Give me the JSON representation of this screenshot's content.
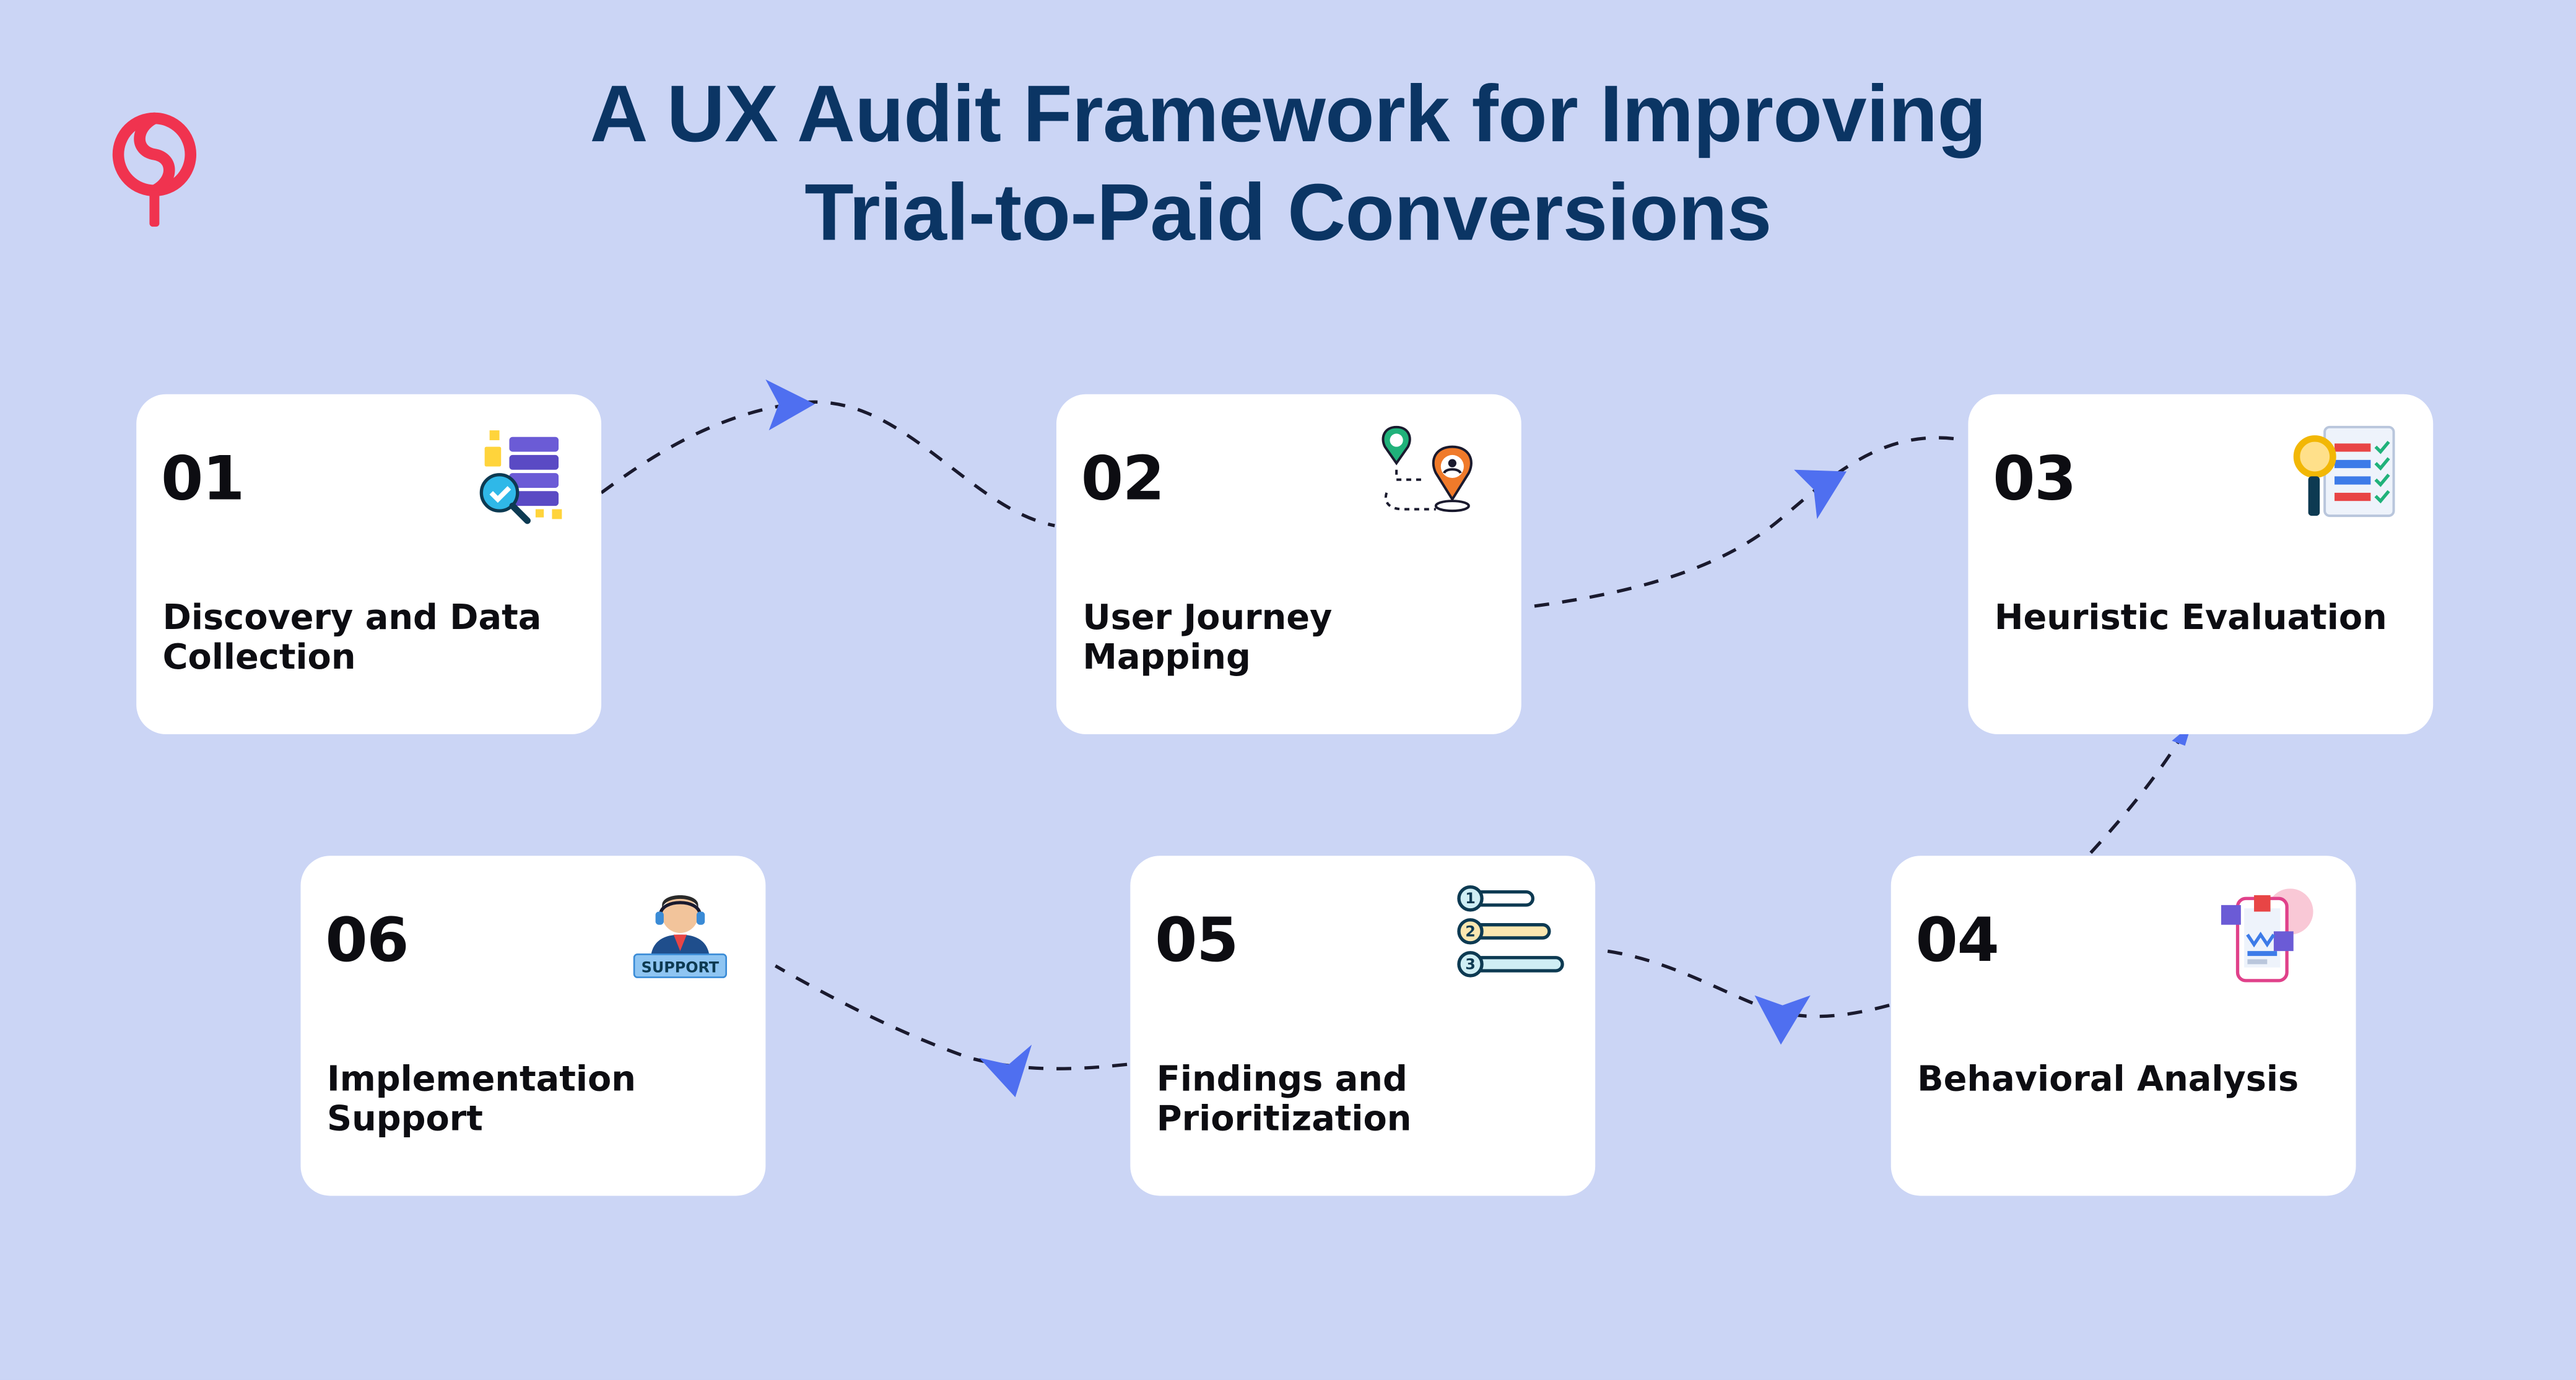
{
  "header": {
    "title_line1": "A UX Audit Framework for Improving",
    "title_line2": "Trial-to-Paid Conversions"
  },
  "colors": {
    "background": "#cbd5f5",
    "title": "#0b3564",
    "card": "#ffffff",
    "arrow": "#4f6ff0",
    "logo": "#f0334f"
  },
  "steps": [
    {
      "number": "01",
      "label": "Discovery and Data Collection",
      "icon": "database-search-icon"
    },
    {
      "number": "02",
      "label": "User Journey Mapping",
      "icon": "journey-map-icon"
    },
    {
      "number": "03",
      "label": "Heuristic Evaluation",
      "icon": "checklist-magnifier-icon"
    },
    {
      "number": "04",
      "label": "Behavioral Analysis",
      "icon": "mobile-analytics-icon"
    },
    {
      "number": "05",
      "label": "Findings and Prioritization",
      "icon": "numbered-list-icon"
    },
    {
      "number": "06",
      "label": "Implementation Support",
      "icon": "support-agent-icon",
      "icon_text": "SUPPORT"
    }
  ]
}
